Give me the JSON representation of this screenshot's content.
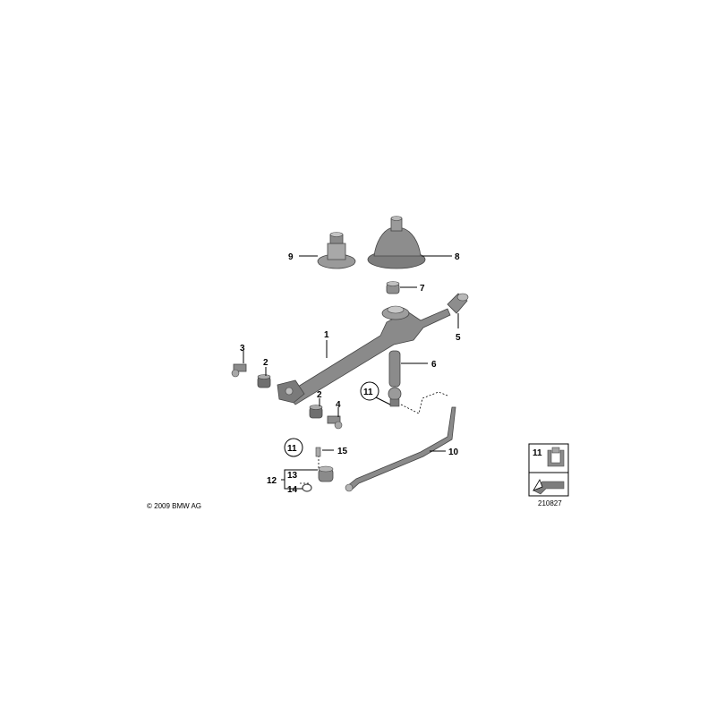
{
  "diagram": {
    "copyright": "© 2009 BMW AG",
    "diagram_number": "210827",
    "colors": {
      "part_fill": "#8a8a8a",
      "part_dark": "#5e5e5e",
      "part_light": "#b3b3b3",
      "line": "#000000",
      "background": "#ffffff"
    },
    "callouts": {
      "c1": "1",
      "c2a": "2",
      "c2b": "2",
      "c3": "3",
      "c4": "4",
      "c5": "5",
      "c6": "6",
      "c7": "7",
      "c8": "8",
      "c9": "9",
      "c10": "10",
      "c11a": "11",
      "c11b": "11",
      "c12": "12",
      "c13": "13",
      "c14": "14",
      "c15": "15"
    },
    "legend": {
      "label": "11",
      "icon": "clip-icon",
      "arrow_icon": "reference-arrow-icon"
    }
  }
}
